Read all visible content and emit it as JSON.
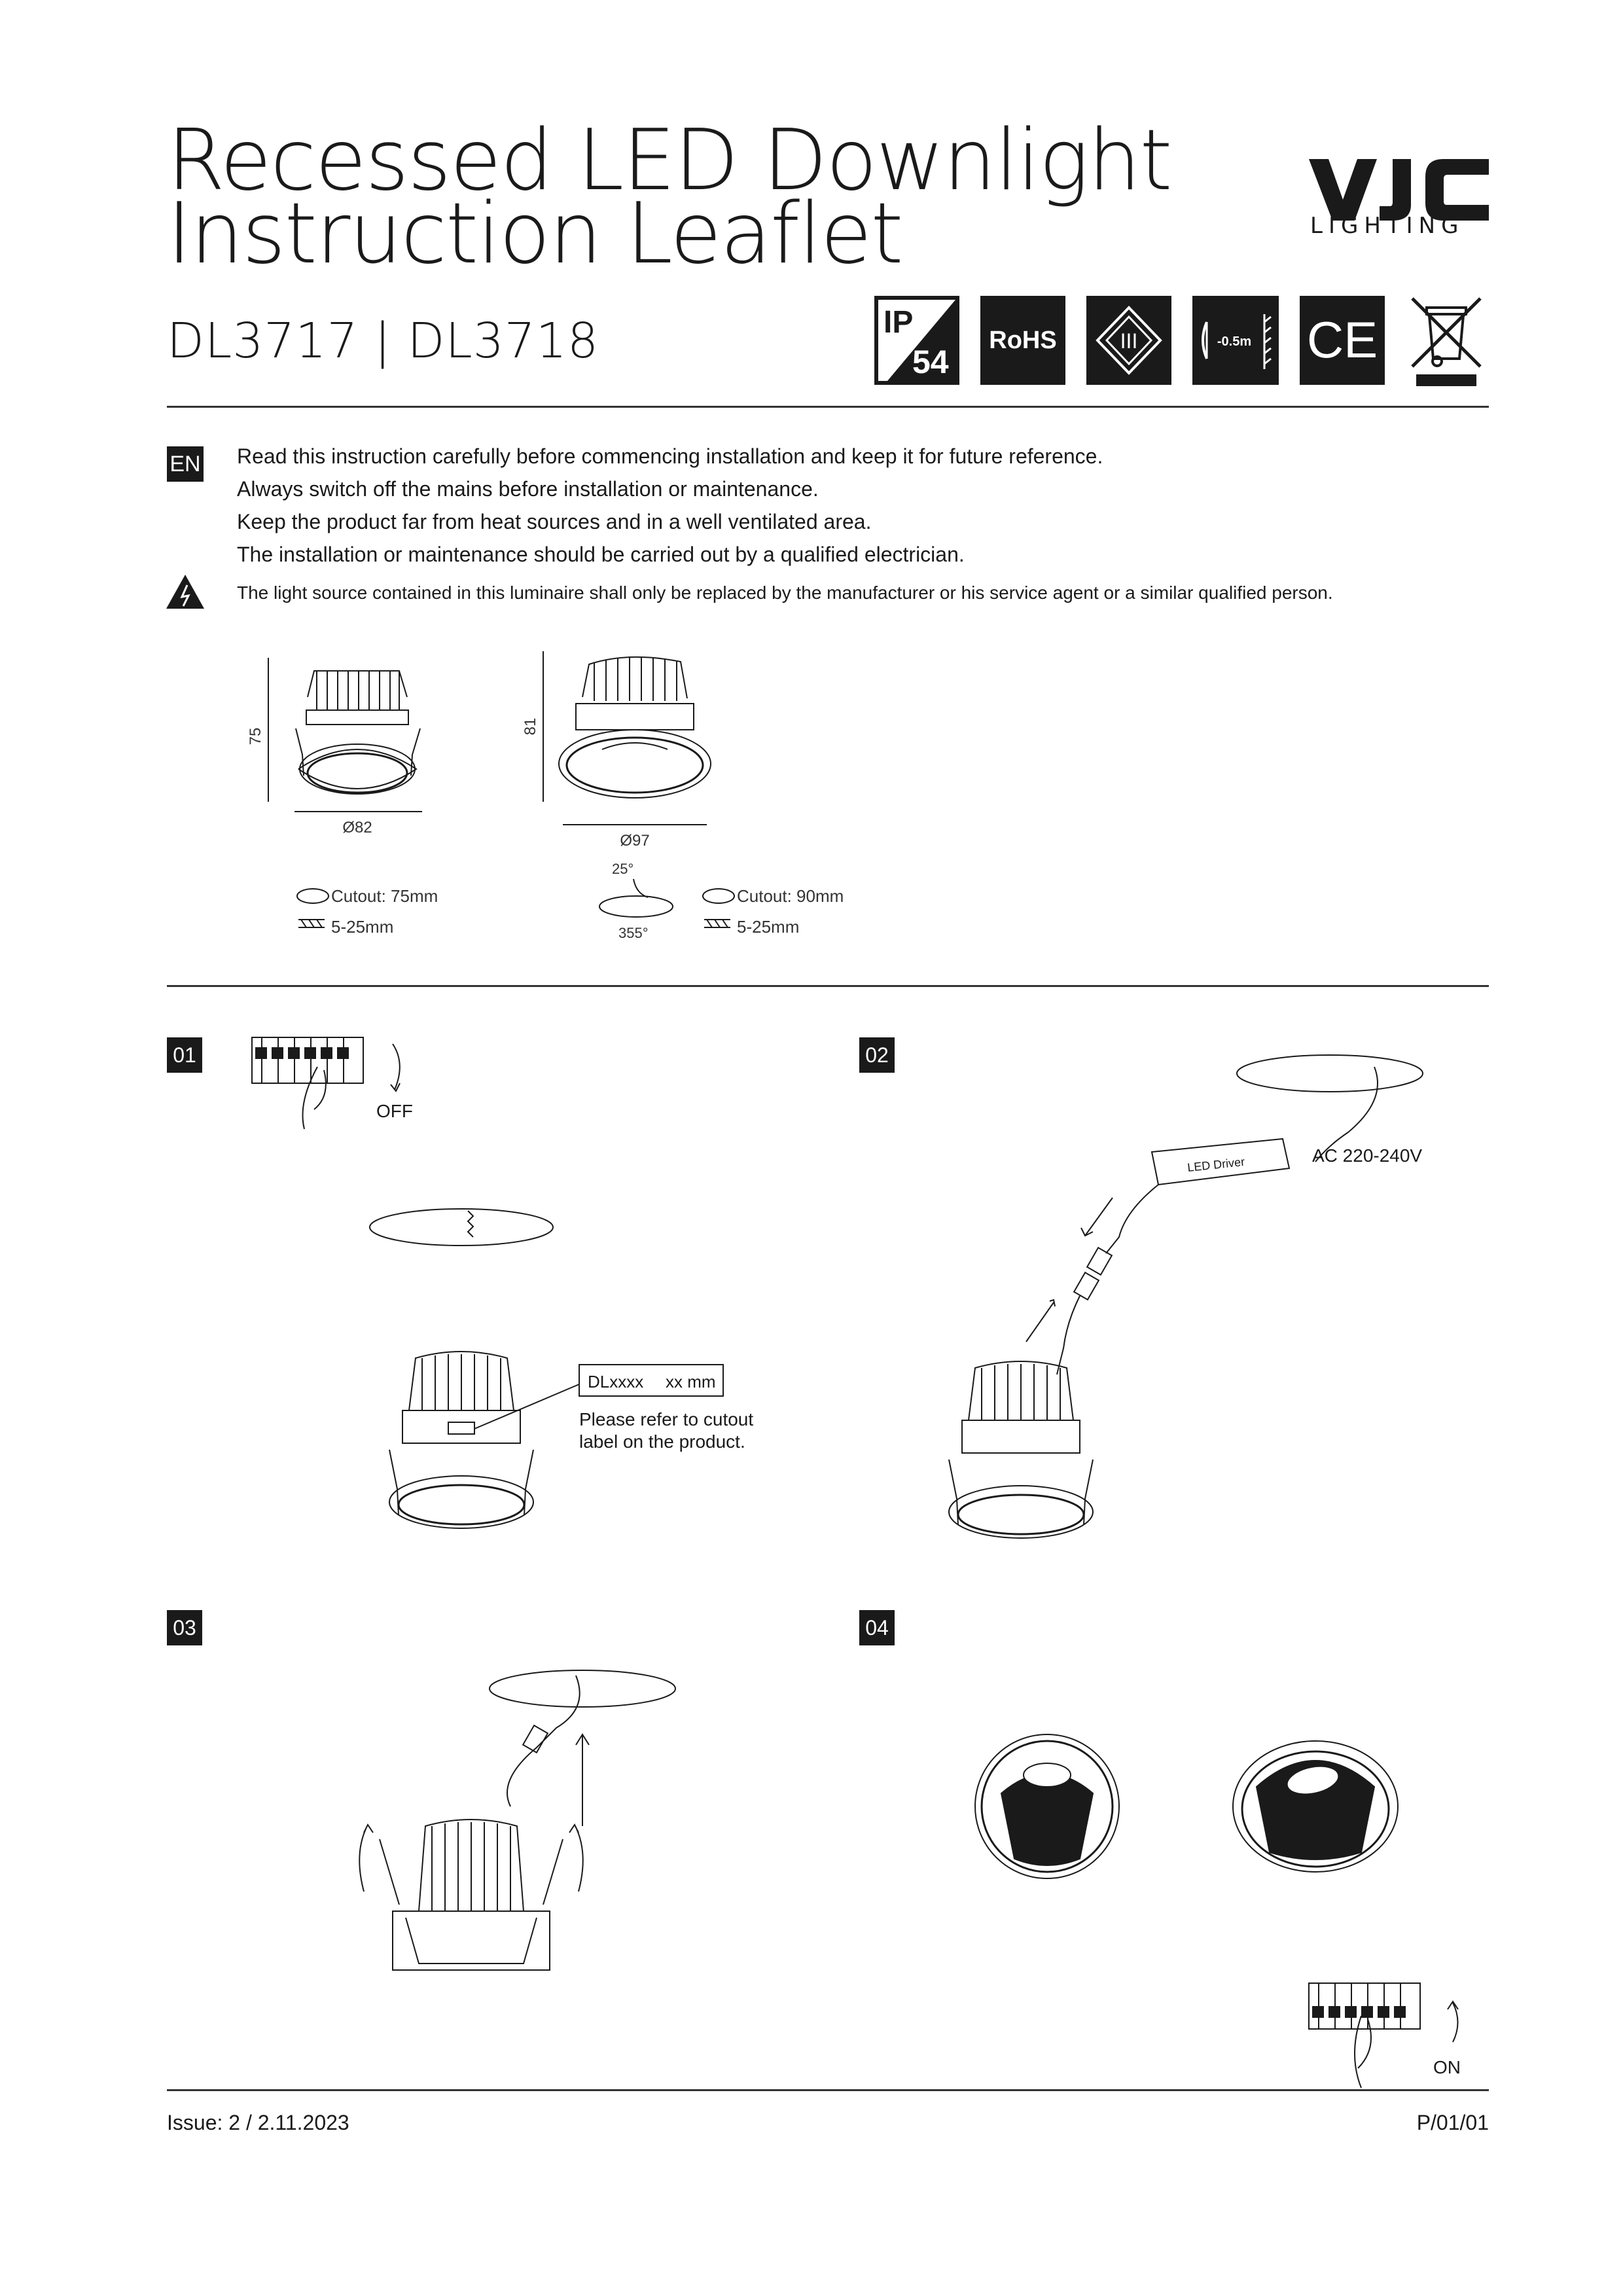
{
  "header": {
    "title_line1": "Recessed LED Downlight",
    "title_line2": "Instruction Leaflet",
    "models": "DL3717 | DL3718",
    "brand_main": "VJC",
    "brand_sub": "LIGHTING"
  },
  "certifications": {
    "ip_top": "IP",
    "ip_bottom": "54",
    "rohs": "RoHS",
    "class": "III",
    "distance": "-0.5m",
    "ce": "CE"
  },
  "intro": {
    "lang": "EN",
    "lines": [
      "Read this instruction carefully before commencing installation and keep it for future reference.",
      "Always switch off the mains before installation or maintenance.",
      "Keep the product far from heat sources and in a well ventilated area.",
      "The installation or maintenance should be carried out by a  qualified electrician."
    ],
    "warning": "The light source contained in this luminaire shall only be replaced by the manufacturer or his service agent or a similar qualified person."
  },
  "dimensions": {
    "dl3717": {
      "height": "75",
      "diameter": "Ø82",
      "cutout": "Cutout: 75mm",
      "thickness": "5-25mm"
    },
    "dl3718": {
      "height": "81",
      "diameter": "Ø97",
      "cutout": "Cutout: 90mm",
      "thickness": "5-25mm",
      "tilt": "25°",
      "rotate": "355°"
    }
  },
  "steps": {
    "s1": {
      "num": "01",
      "off": "OFF",
      "label_box": "DLxxxx",
      "label_box_tail": "xx mm",
      "note_line1": "Please refer to cutout",
      "note_line2": "label on the product."
    },
    "s2": {
      "num": "02",
      "voltage": "AC 220-240V",
      "driver": "LED Driver"
    },
    "s3": {
      "num": "03"
    },
    "s4": {
      "num": "04",
      "on": "ON"
    }
  },
  "footer": {
    "issue": "Issue: 2  /  2.11.2023",
    "page": "P/01/01"
  }
}
